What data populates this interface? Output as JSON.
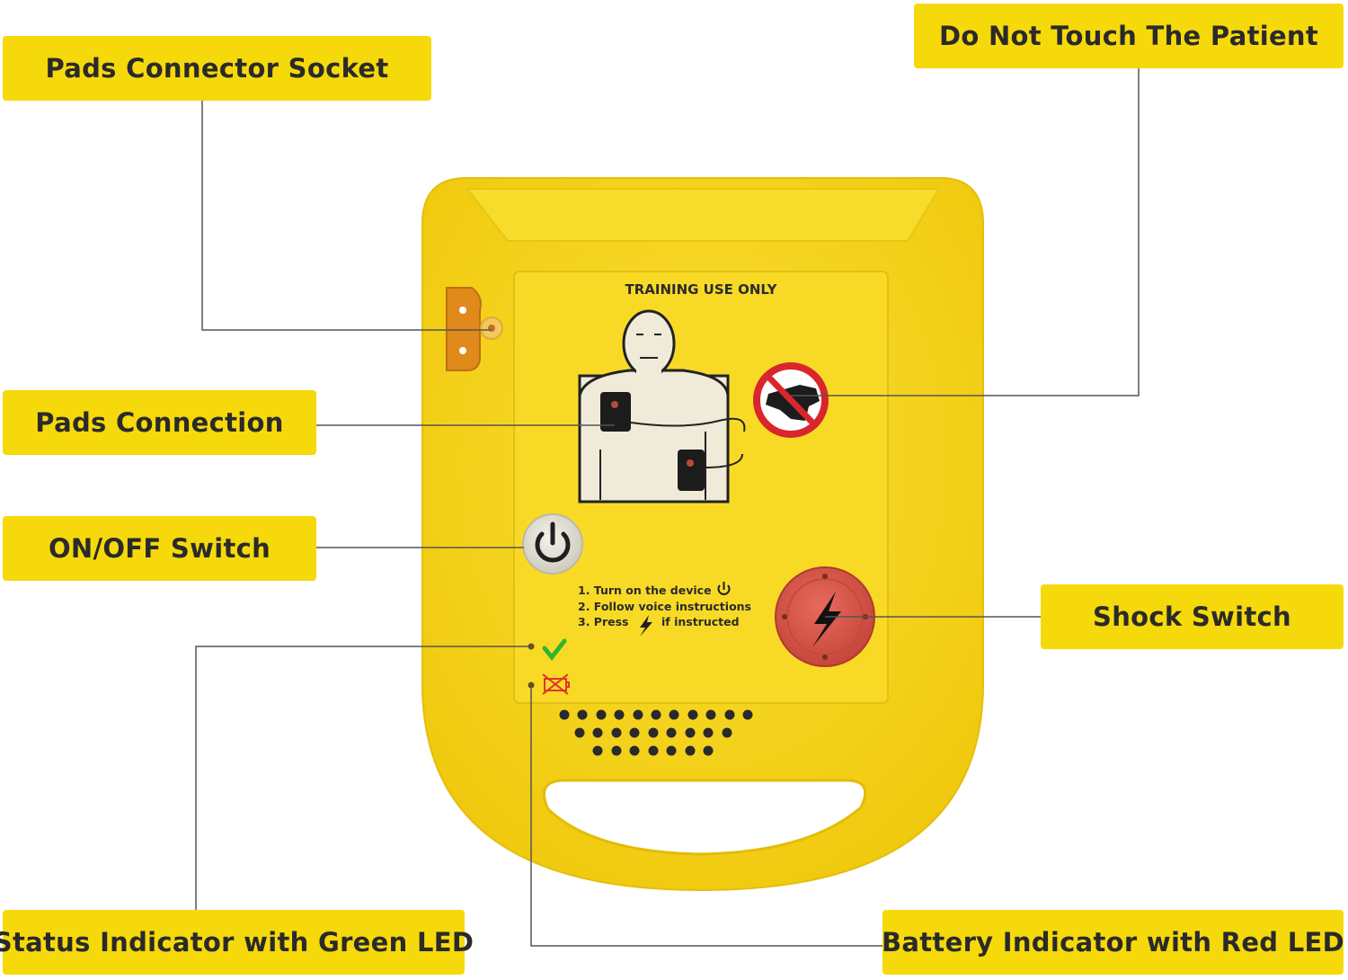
{
  "labels": {
    "pads_connector_socket": "Pads Connector Socket",
    "do_not_touch": "Do Not Touch The Patient",
    "pads_connection": "Pads Connection",
    "on_off_switch": "ON/OFF Switch",
    "shock_switch": "Shock Switch",
    "status_indicator": "Status Indicator with Green LED",
    "battery_indicator": "Battery Indicator with Red LED"
  },
  "device": {
    "panel_title": "TRAINING USE ONLY",
    "instruction_1": "1. Turn on the device",
    "instruction_2": "2. Follow voice instructions",
    "instruction_3a": "3. Press",
    "instruction_3b": "if instructed"
  },
  "colors": {
    "label_bg": "#f6d90a",
    "device_body": "#f7d61f",
    "shock_button": "#d9574a",
    "status_led": "#2fb62f",
    "battery_led": "#e3322d"
  },
  "icons": [
    "power-icon",
    "lightning-bolt-icon",
    "no-touch-icon",
    "check-icon",
    "battery-warning-icon"
  ]
}
